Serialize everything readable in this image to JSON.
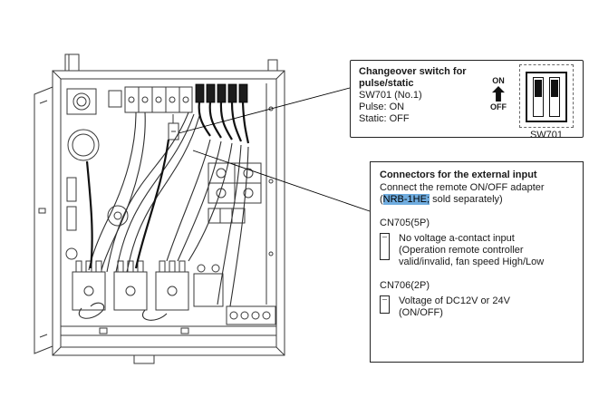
{
  "colors": {
    "highlight_bg": "#6facdf",
    "highlight_text": "#000000"
  },
  "switch_callout": {
    "title": "Changeover switch for pulse/static",
    "model": "SW701 (No.1)",
    "pulse": "Pulse: ON",
    "static": "Static: OFF",
    "on": "ON",
    "off": "OFF",
    "label": "SW701"
  },
  "connectors_callout": {
    "title": "Connectors for the external input",
    "desc_before": "Connect the remote ON/OFF adapter (",
    "desc_highlight": "NRB-1HE;",
    "desc_after": " sold separately)",
    "cn705_label": "CN705(5P)",
    "cn705_desc": "No voltage a-contact input (Operation remote controller valid/invalid, fan speed High/Low",
    "cn706_label": "CN706(2P)",
    "cn706_desc": "Voltage of DC12V or 24V (ON/OFF)"
  }
}
